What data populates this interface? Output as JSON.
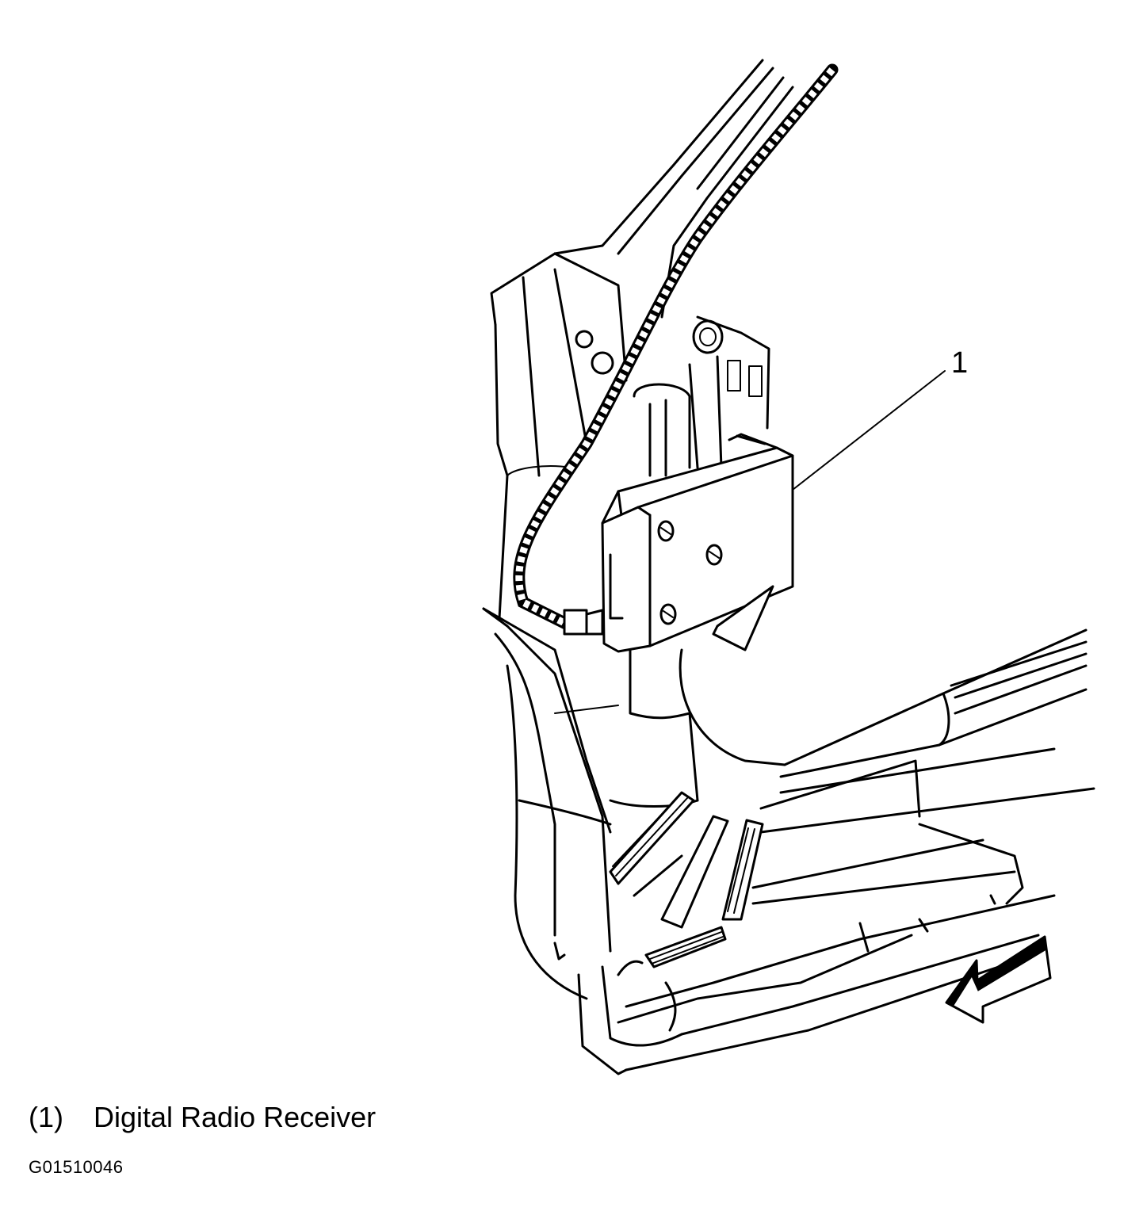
{
  "callout": {
    "number": "1"
  },
  "legend": [
    {
      "ref": "(1)",
      "label": "Digital Radio Receiver"
    }
  ],
  "figure_code": "G01510046"
}
